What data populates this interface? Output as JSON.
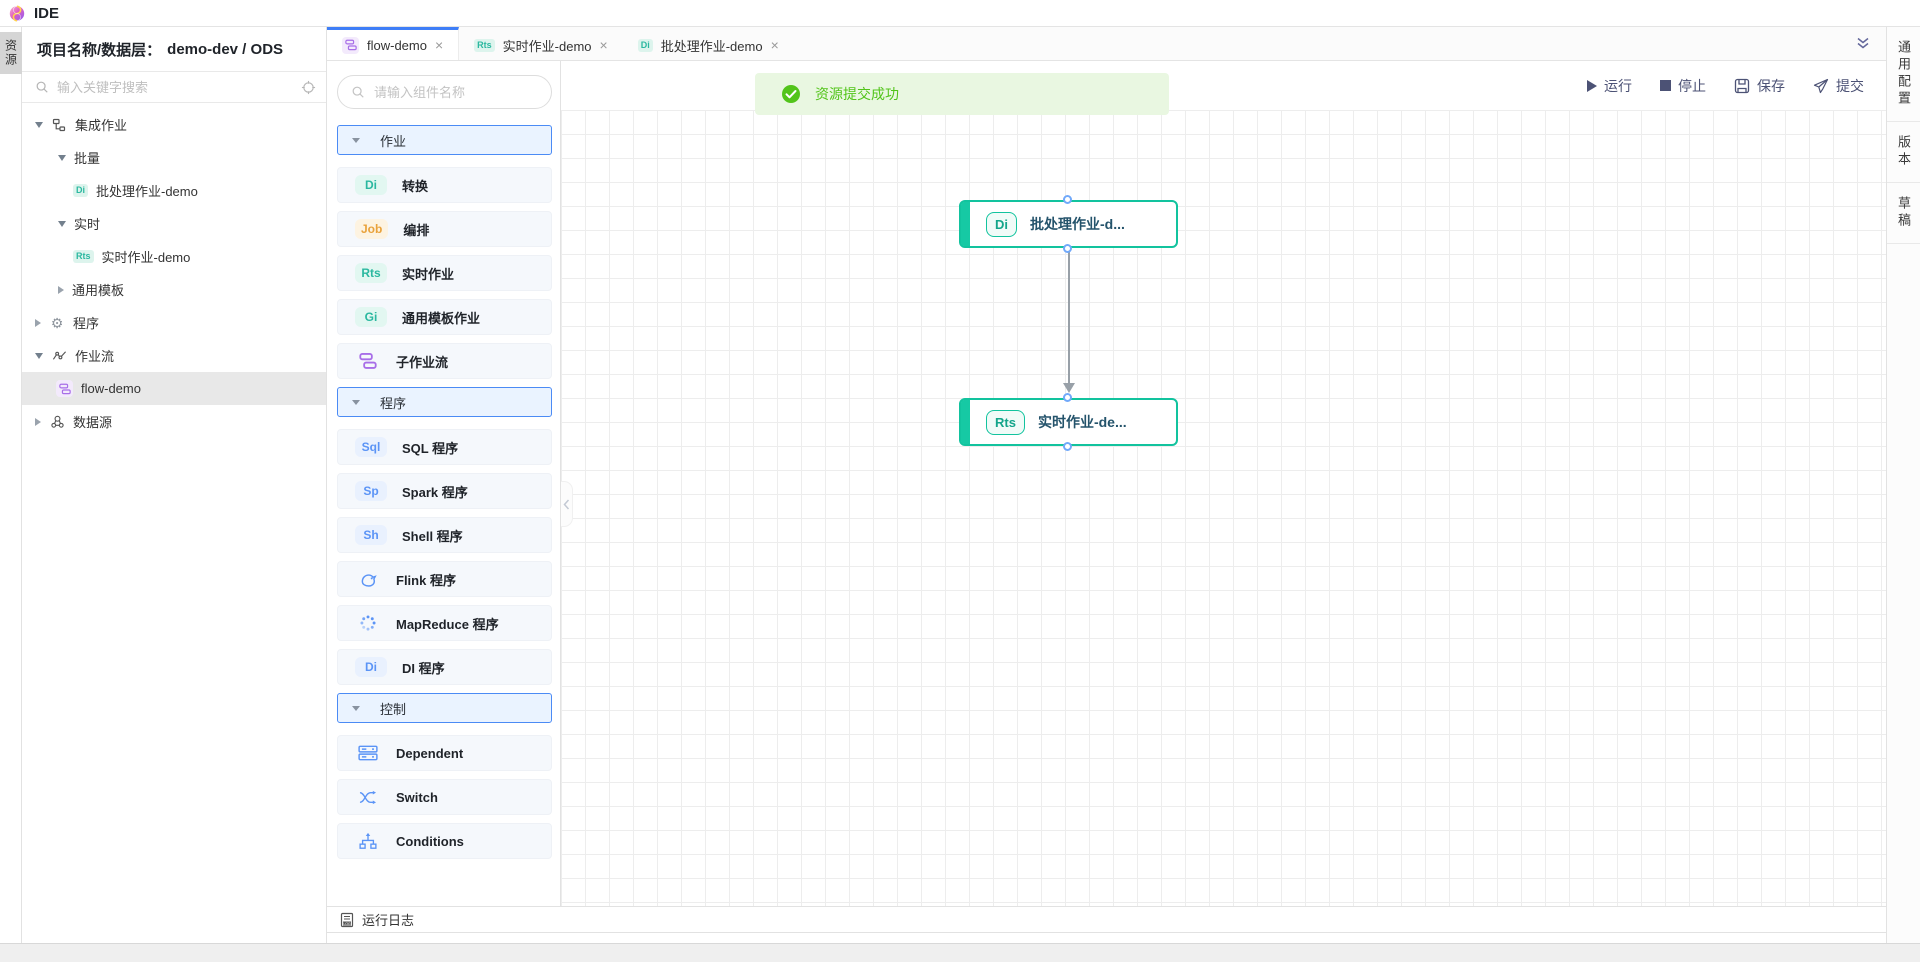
{
  "app": {
    "title": "IDE"
  },
  "activity_bar": {
    "resources_tab": "资源"
  },
  "sidebar": {
    "header_label": "项目名称/数据层：",
    "header_value": "demo-dev / ODS",
    "search_placeholder": "输入关键字搜索",
    "tree": {
      "integration_jobs": "集成作业",
      "batch": "批量",
      "batch_job_demo": "批处理作业-demo",
      "batch_job_badge": "Di",
      "realtime": "实时",
      "realtime_job_demo": "实时作业-demo",
      "realtime_job_badge": "Rts",
      "general_template": "通用模板",
      "programs": "程序",
      "workflows": "作业流",
      "flow_demo": "flow-demo",
      "datasources": "数据源"
    }
  },
  "tabs": {
    "flow_demo": "flow-demo",
    "realtime_job": "实时作业-demo",
    "realtime_badge": "Rts",
    "batch_job": "批处理作业-demo",
    "batch_badge": "Di",
    "close": "×"
  },
  "palette": {
    "search_placeholder": "请输入组件名称",
    "group_jobs": "作业",
    "group_programs": "程序",
    "group_control": "控制",
    "items": {
      "transform": {
        "badge": "Di",
        "label": "转换"
      },
      "orchestrate": {
        "badge": "Job",
        "label": "编排"
      },
      "realtime_job": {
        "badge": "Rts",
        "label": "实时作业"
      },
      "template_job": {
        "badge": "Gi",
        "label": "通用模板作业"
      },
      "subflow": {
        "label": "子作业流"
      },
      "sql": {
        "badge": "Sql",
        "label": "SQL 程序"
      },
      "spark": {
        "badge": "Sp",
        "label": "Spark 程序"
      },
      "shell": {
        "badge": "Sh",
        "label": "Shell 程序"
      },
      "flink": {
        "label": "Flink 程序"
      },
      "mapreduce": {
        "label": "MapReduce 程序"
      },
      "di": {
        "badge": "Di",
        "label": "DI 程序"
      },
      "dependent": {
        "label": "Dependent"
      },
      "switch": {
        "label": "Switch"
      },
      "conditions": {
        "label": "Conditions"
      }
    }
  },
  "canvas": {
    "toast_message": "资源提交成功",
    "toolbar": {
      "run": "运行",
      "stop": "停止",
      "save": "保存",
      "submit": "提交"
    },
    "nodes": {
      "batch": {
        "badge": "Di",
        "label": "批处理作业-d..."
      },
      "realtime": {
        "badge": "Rts",
        "label": "实时作业-de..."
      }
    }
  },
  "right_bar": {
    "general_config": "通用配置",
    "version": "版本",
    "draft": "草稿"
  },
  "bottom_bar": {
    "run_log": "运行日志"
  },
  "colors": {
    "accent_blue": "#4b8bf5",
    "node_teal": "#12c39e",
    "success_green": "#52c41a",
    "badge_teal": "#2bb8a0",
    "badge_orange": "#e9a23b",
    "badge_blue": "#5b94f6",
    "purple": "#a86ee8",
    "toolbar_icon": "#4c5275"
  }
}
